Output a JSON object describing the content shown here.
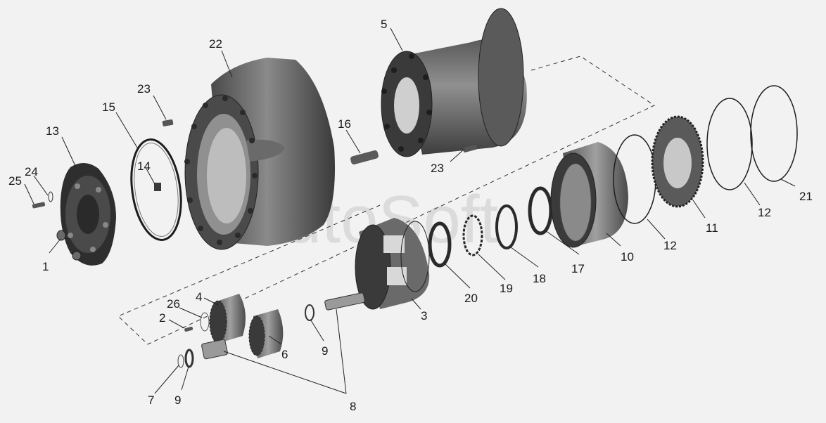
{
  "watermark": "AutoSoft",
  "labels": {
    "l1": "1",
    "l2": "2",
    "l3": "3",
    "l4": "4",
    "l5": "5",
    "l6": "6",
    "l7": "7",
    "l8": "8",
    "l9a": "9",
    "l9b": "9",
    "l10": "10",
    "l11": "11",
    "l12a": "12",
    "l12b": "12",
    "l13": "13",
    "l14": "14",
    "l15": "15",
    "l16": "16",
    "l17": "17",
    "l18": "18",
    "l19": "19",
    "l20": "20",
    "l21": "21",
    "l22": "22",
    "l23a": "23",
    "l23b": "23",
    "l24": "24",
    "l25": "25",
    "l26": "26"
  },
  "colors": {
    "background": "#f2f2f2",
    "metal_dark": "#3c3c3c",
    "metal_mid": "#6e6e6e",
    "metal_light": "#a8a8a8",
    "line": "#222222"
  }
}
